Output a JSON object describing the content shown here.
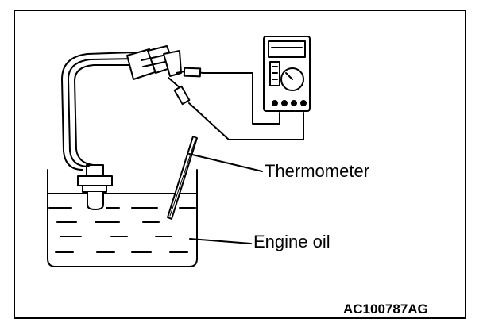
{
  "labels": {
    "thermometer": "Thermometer",
    "engine_oil": "Engine oil"
  },
  "figure_id": "AC100787AG",
  "colors": {
    "line": "#000000",
    "background": "#ffffff"
  }
}
